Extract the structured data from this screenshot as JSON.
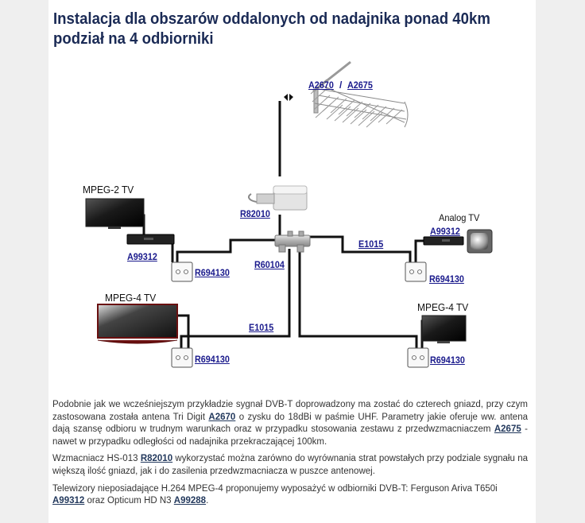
{
  "page": {
    "title_line1": "Instalacja dla obszarów oddalonych od nadajnika ponad 40km",
    "title_line2": "podział na 4 odbiorniki"
  },
  "diagram": {
    "antenna": {
      "link1": "A2670",
      "separator": "/",
      "link2": "A2675"
    },
    "amplifier": {
      "link": "R82010"
    },
    "splitter": {
      "link": "R60104"
    },
    "receivers": [
      {
        "device_label": "MPEG-2 TV",
        "settop_link": "A99312",
        "socket_link": "R694130"
      },
      {
        "device_label": "Analog TV",
        "settop_link": "A99312",
        "socket_link": "R694130",
        "cable_link": "E1015"
      },
      {
        "device_label": "MPEG-4 TV",
        "socket_link": "R694130",
        "cable_link": "E1015"
      },
      {
        "device_label": "MPEG-4 TV",
        "socket_link": "R694130"
      }
    ],
    "colors": {
      "cable": "#111111",
      "link": "#1a1a8c"
    }
  },
  "description": {
    "p1": {
      "t1": "Podobnie jak we wcześniejszym przykładzie sygnał DVB-T doprowadzony ma zostać do czterech gniazd, przy czym zastosowana została antena Tri Digit ",
      "link1": "A2670",
      "t2": " o zysku do 18dBi w paśmie UHF. Parametry jakie oferuje ww. antena dają szansę odbioru w trudnym warunkach oraz w przypadku stosowania zestawu z przedwzmacniaczem ",
      "link2": "A2675",
      "t3": " - nawet w przypadku odległości od nadajnika przekraczającej 100km."
    },
    "p2": {
      "t1": "Wzmacniacz HS-013 ",
      "link1": "R82010",
      "t2": " wykorzystać można zarówno do wyrównania strat powstałych przy podziale sygnału na większą ilość gniazd, jak i do zasilenia przedwzmacniacza w puszce antenowej."
    },
    "p3": {
      "t1": "Telewizory nieposiadające H.264 MPEG-4 proponujemy wyposażyć w odbiorniki DVB-T: Ferguson Ariva T650i ",
      "link1": "A99312",
      "t2": " oraz Opticum HD N3 ",
      "link2": "A99288",
      "t3": "."
    }
  }
}
